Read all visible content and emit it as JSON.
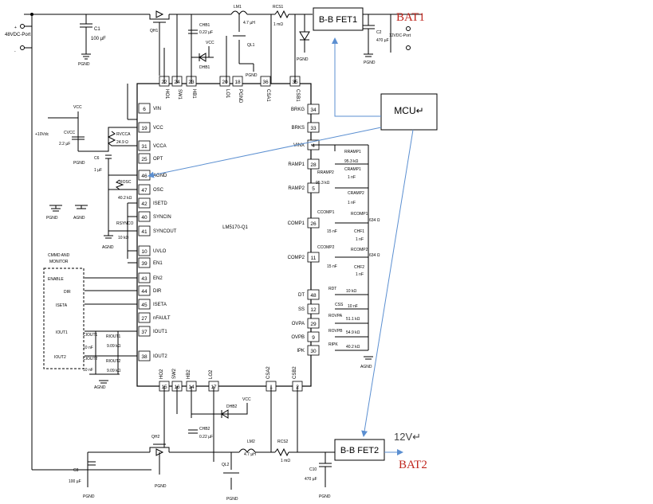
{
  "ic": {
    "name": "LM5170-Q1",
    "left_pins": [
      {
        "num": "6",
        "label": "VIN"
      },
      {
        "num": "19",
        "label": "VCC"
      },
      {
        "num": "31",
        "label": "VCCA"
      },
      {
        "num": "25",
        "label": "OPT"
      },
      {
        "num": "46",
        "label": "AGND"
      },
      {
        "num": "47",
        "label": "OSC"
      },
      {
        "num": "42",
        "label": "ISETD"
      },
      {
        "num": "40",
        "label": "SYNCIN"
      },
      {
        "num": "41",
        "label": "SYNCOUT"
      },
      {
        "num": "10",
        "label": "UVLO"
      },
      {
        "num": "39",
        "label": "EN1"
      },
      {
        "num": "43",
        "label": "EN2"
      },
      {
        "num": "44",
        "label": "DIR"
      },
      {
        "num": "45",
        "label": "ISETA"
      },
      {
        "num": "27",
        "label": "nFAULT"
      },
      {
        "num": "37",
        "label": "IOUT1"
      },
      {
        "num": "38",
        "label": "IOUT2"
      }
    ],
    "right_pins": [
      {
        "num": "34",
        "label": "BRKG"
      },
      {
        "num": "33",
        "label": "BRKS"
      },
      {
        "num": "4",
        "label": "VINX"
      },
      {
        "num": "28",
        "label": "RAMP1"
      },
      {
        "num": "5",
        "label": "RAMP2"
      },
      {
        "num": "26",
        "label": "COMP1"
      },
      {
        "num": "11",
        "label": "COMP2"
      },
      {
        "num": "48",
        "label": "DT"
      },
      {
        "num": "12",
        "label": "SS"
      },
      {
        "num": "29",
        "label": "OVPA"
      },
      {
        "num": "9",
        "label": "OVPB"
      },
      {
        "num": "30",
        "label": "IPK"
      }
    ],
    "top_pins": [
      {
        "num": "22",
        "label": "HO1"
      },
      {
        "num": "24",
        "label": "SW1"
      },
      {
        "num": "23",
        "label": "HB1"
      },
      {
        "num": "20",
        "label": "LO1"
      },
      {
        "num": "18",
        "label": "PGND"
      },
      {
        "num": "36",
        "label": "CSA1"
      },
      {
        "num": "35",
        "label": "CSB1"
      }
    ],
    "bottom_pins": [
      {
        "num": "15",
        "label": "HO2"
      },
      {
        "num": "16",
        "label": "SW2"
      },
      {
        "num": "14",
        "label": "HB2"
      },
      {
        "num": "17",
        "label": "LO2"
      },
      {
        "num": "1",
        "label": "CSA2"
      },
      {
        "num": "2",
        "label": "CSB2"
      }
    ]
  },
  "boxes": {
    "fet1": "B-B FET1",
    "fet2": "B-B FET2",
    "mcu": "MCU↵"
  },
  "annotations": {
    "bat1": "BAT1",
    "bat2": "BAT2",
    "v12": "12V↵"
  },
  "ports": {
    "left_port": "48VDC-Port",
    "right_port": "12VDC-Port",
    "vcc_supply": "+10Vdc",
    "vcc": "VCC",
    "pgnd": "PGND",
    "agnd": "AGND",
    "monitor_title_1": "CMMD AND",
    "monitor_title_2": "MONITOR",
    "enable": "ENABLE",
    "dir": "DIR",
    "iseta": "ISETA",
    "iout1": "IOUT1",
    "iout2": "IOUT2"
  },
  "components": {
    "c1": "C1",
    "c1_val": "100 µF",
    "c2": "C2",
    "c2_val": "470 µF",
    "c8": "C8",
    "c8_val": "100 µF",
    "c10": "C10",
    "c10_val": "470 µF",
    "cboot1": "CHB1",
    "cboot1_val": "0.22 µF",
    "cboot2": "CHB2",
    "cboot2_val": "0.22 µF",
    "lm1": "LM1",
    "lm1_val": "4.7 µH",
    "lm2": "LM2",
    "lm2_val": "4.7 µH",
    "rcs1": "RCS1",
    "rcs1_val": "1 mΩ",
    "rcs2": "RCS2",
    "rcs2_val": "1 mΩ",
    "qh1": "QH1",
    "ql1": "QL1",
    "qh2": "QH2",
    "ql2": "QL2",
    "dhb1": "DHB1",
    "dhb2": "DHB2",
    "cvcc": "CVCC",
    "cvcc_val": "2.2 µF",
    "rvcca": "RVCCA",
    "rvcca_val": "24.9 Ω",
    "c6": "C6",
    "c6_val": "1 µF",
    "rosc": "ROSC",
    "rosc_val": "40.2 kΩ",
    "rsync": "RSYNCO",
    "rsync_val": "10 kΩ",
    "ciout1": "CIOUT1",
    "ciout1_val": "10 nF",
    "riout1": "RIOUT1",
    "riout1_val": "9.09 kΩ",
    "ciout2": "CIOUT2",
    "ciout2_val": "10 nF",
    "riout2": "RIOUT2",
    "riout2_val": "9.09 kΩ",
    "rramp1": "RRAMP1",
    "rramp1_val": "95.3 kΩ",
    "cramp1": "CRAMP1",
    "cramp1_val": "1 nF",
    "rramp2": "RRAMP2",
    "rramp2_val": "95.3 kΩ",
    "cramp2": "CRAMP2",
    "cramp2_val": "1 nF",
    "rcomp1": "RCOMP1",
    "rcomp1_val": "634 Ω",
    "ccomp1": "CCOMP1",
    "ccomp1_val": "15 nF",
    "chf1": "CHF1",
    "chf1_val": "1 nF",
    "rcomp2": "RCOMP2",
    "rcomp2_val": "634 Ω",
    "ccomp2": "CCOMP2",
    "ccomp2_val": "15 nF",
    "chf2": "CHF2",
    "chf2_val": "1 nF",
    "rdt": "RDT",
    "rdt_val": "10 kΩ",
    "css": "CSS",
    "css_val": "10 nF",
    "rovpa": "ROVPA",
    "rovpa_val": "51.1 kΩ",
    "rovpb": "ROVPB",
    "rovpb_val": "54.9 kΩ",
    "ripk": "RIPK",
    "ripk_val": "40.2 kΩ"
  },
  "colors": {
    "arrow": "#5b8fd1",
    "annotation_red": "#c0261e",
    "wire": "#000000"
  }
}
